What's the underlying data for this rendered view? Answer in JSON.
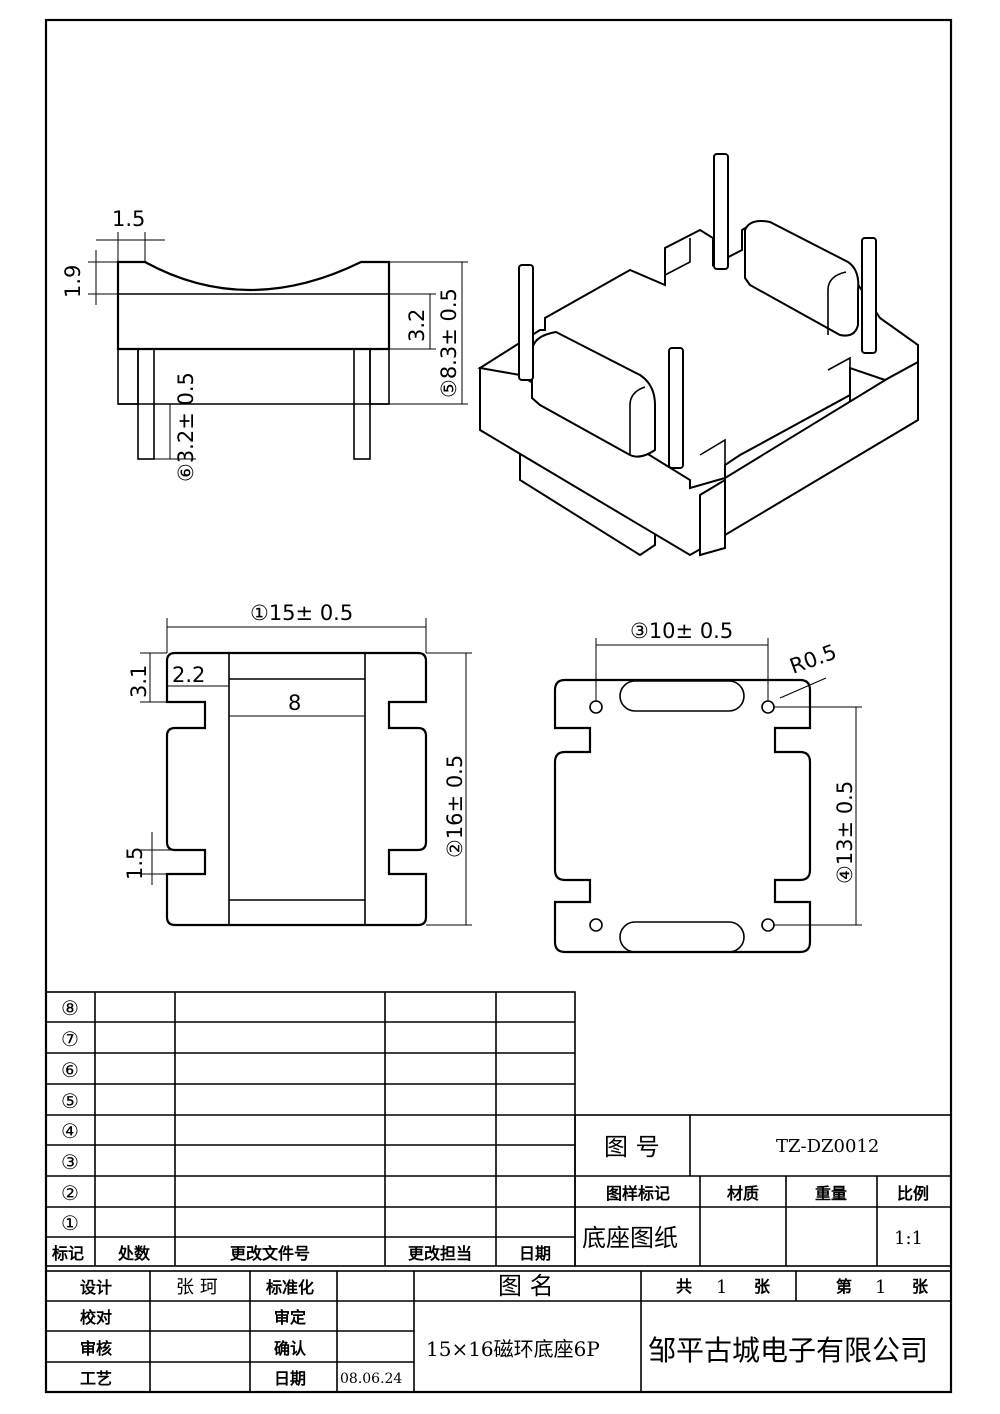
{
  "side_view": {
    "dim_1_5": "1.5",
    "dim_1_9": "1.9",
    "dim_3_2": "3.2",
    "dim_8_3": "⑤8.3± 0.5",
    "dim_pin": "⑥3.2± 0.5"
  },
  "top_view": {
    "dim_width": "①15± 0.5",
    "dim_3_1": "3.1",
    "dim_2_2": "2.2",
    "dim_8": "8",
    "dim_1_5": "1.5",
    "dim_height": "②16± 0.5"
  },
  "bottom_view": {
    "dim_10": "③10± 0.5",
    "dim_r": "R0.5",
    "dim_13": "④13± 0.5"
  },
  "revision_table": {
    "row_marks": [
      "⑧",
      "⑦",
      "⑥",
      "⑤",
      "④",
      "③",
      "②",
      "①"
    ],
    "headers": [
      "标记",
      "处数",
      "更改文件号",
      "更改担当",
      "日期"
    ]
  },
  "title_block": {
    "drawing_no_label": "图 号",
    "drawing_no_value": "TZ-DZ0012",
    "sample_mark_label": "图样标记",
    "material_label": "材质",
    "weight_label": "重量",
    "scale_label": "比例",
    "sample_mark_value": "底座图纸",
    "scale_value": "1:1",
    "design_label": "设计",
    "designer": "张 珂",
    "standard_label": "标准化",
    "check_label": "校对",
    "review_label": "审定",
    "audit_label": "审核",
    "confirm_label": "确认",
    "process_label": "工艺",
    "date_label": "日期",
    "date_value": "08.06.24",
    "name_label": "图 名",
    "total_prefix": "共",
    "total_value": "1",
    "sheet_suffix": "张",
    "page_prefix": "第",
    "page_value": "1",
    "page_suffix": "张",
    "drawing_name": "15×16磁环底座6P",
    "company": "邹平古城电子有限公司"
  }
}
